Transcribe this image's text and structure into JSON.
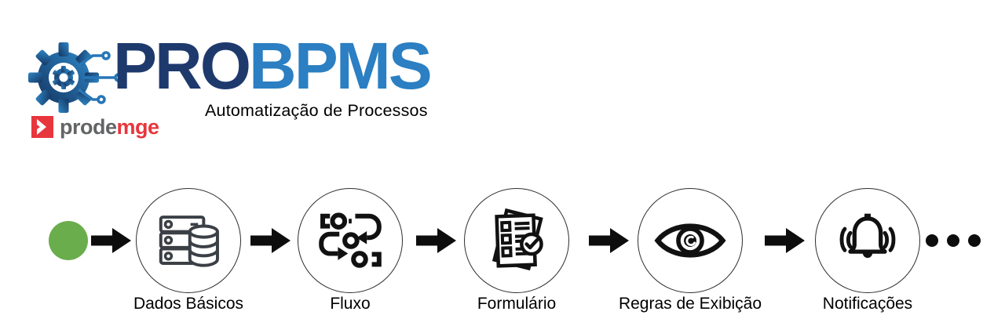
{
  "logo": {
    "title_primary": "PRO",
    "title_secondary": "BPMS",
    "subtitle": "Automatização de Processos",
    "brand_prefix": "prode",
    "brand_suffix": "mge"
  },
  "colors": {
    "title_primary_blue": "#1e3a6d",
    "title_secondary_blue": "#2b7fc2",
    "gear_gradient_dark": "#143662",
    "gear_gradient_light": "#2e86c6",
    "brand_gray": "#636466",
    "brand_red": "#e8363d",
    "start_node_green": "#6aad4c",
    "flow_black": "#0d0d0d"
  },
  "flow": {
    "start_node": "start",
    "steps": [
      {
        "label": "Dados Básicos",
        "icon": "database-server-icon"
      },
      {
        "label": "Fluxo",
        "icon": "workflow-icon"
      },
      {
        "label": "Formulário",
        "icon": "form-checklist-icon"
      },
      {
        "label": "Regras de Exibição",
        "icon": "eye-icon"
      },
      {
        "label": "Notificações",
        "icon": "bell-icon"
      }
    ],
    "ellipsis_dots": 3
  }
}
